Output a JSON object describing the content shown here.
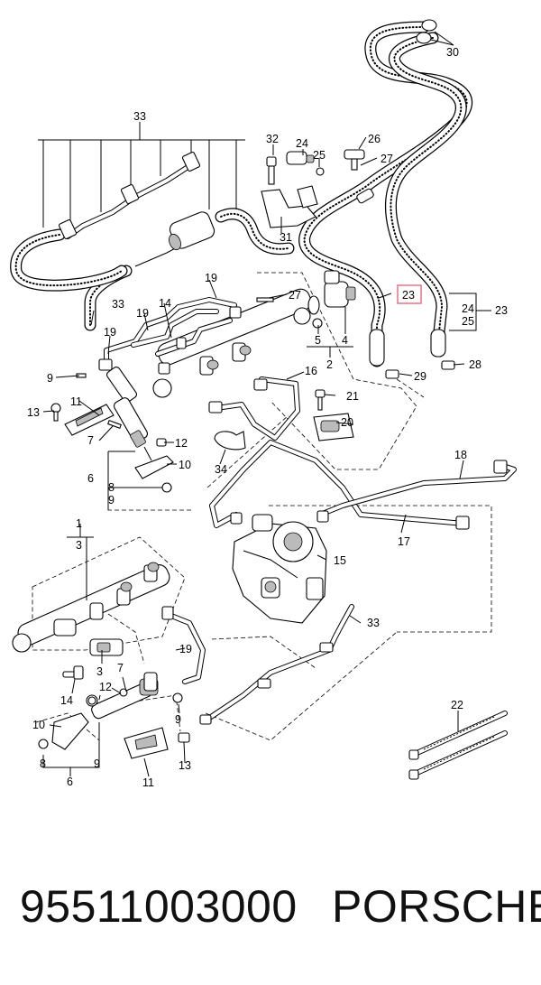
{
  "diagram": {
    "labels": {
      "l1": "1",
      "l2": "2",
      "l3": "3",
      "l3b": "3",
      "l4": "4",
      "l5": "5",
      "l6": "6",
      "l6b": "6",
      "l7": "7",
      "l7b": "7",
      "l8": "8",
      "l8b": "8",
      "l9": "9",
      "l9b": "9",
      "l9c": "9",
      "l9d": "9",
      "l10": "10",
      "l10b": "10",
      "l11": "11",
      "l11b": "11",
      "l12": "12",
      "l12b": "12",
      "l13": "13",
      "l13b": "13",
      "l14": "14",
      "l14b": "14",
      "l15": "15",
      "l16": "16",
      "l17": "17",
      "l18": "18",
      "l19": "19",
      "l19b": "19",
      "l19c": "19",
      "l19d": "19",
      "l20": "20",
      "l21": "21",
      "l22": "22",
      "l23": "23",
      "l23b": "23",
      "l24": "24",
      "l24b": "24",
      "l25": "25",
      "l25b": "25",
      "l26": "26",
      "l27": "27",
      "l27b": "27",
      "l28": "28",
      "l29": "29",
      "l30": "30",
      "l31": "31",
      "l32": "32",
      "l33": "33",
      "l33b": "33",
      "l33c": "33",
      "l34": "34"
    },
    "highlight_color": "#e46a7a"
  },
  "footer": {
    "part_number": "95511003000",
    "brand": "PORSCHE"
  }
}
